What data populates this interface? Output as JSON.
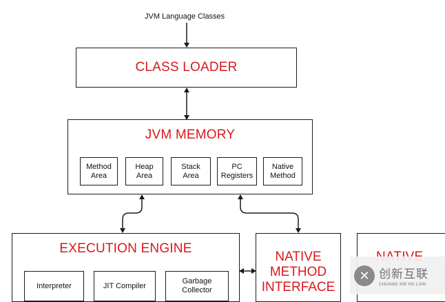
{
  "top_label": "JVM Language Classes",
  "class_loader": {
    "title": "CLASS LOADER"
  },
  "jvm_memory": {
    "title": "JVM MEMORY",
    "areas": [
      {
        "label": "Method\nArea"
      },
      {
        "label": "Heap\nArea"
      },
      {
        "label": "Stack\nArea"
      },
      {
        "label": "PC\nRegisters"
      },
      {
        "label": "Native\nMethod"
      }
    ]
  },
  "execution_engine": {
    "title": "EXECUTION ENGINE",
    "parts": [
      {
        "label": "Interpreter"
      },
      {
        "label": "JIT Compiler"
      },
      {
        "label": "Garbage\nCollector"
      }
    ]
  },
  "native_method_interface": {
    "title": "NATIVE\nMETHOD\nINTERFACE"
  },
  "native_libraries": {
    "title": "NATIVE"
  },
  "watermark": {
    "main": "创新互联",
    "sub": "CHUANG XIN HU LIAN"
  },
  "colors": {
    "accent": "#d7191c",
    "border": "#1a1a1a"
  }
}
